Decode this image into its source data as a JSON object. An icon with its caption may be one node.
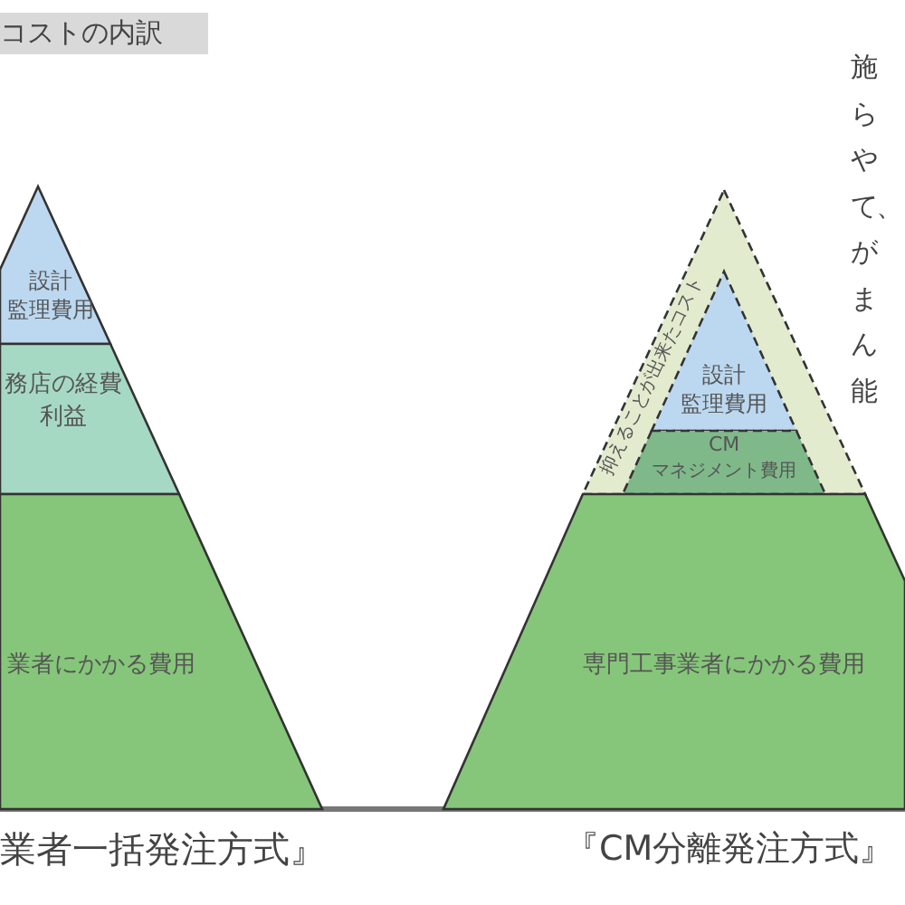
{
  "diagram": {
    "title": "コストの内訳",
    "nodes": [
      {
        "text": [
          "設計",
          "監理費用"
        ]
      },
      {
        "text": [
          "務店の経費",
          "利益"
        ]
      },
      {
        "text": [
          "業者にかかる費用"
        ]
      },
      {
        "text": [
          "抑えることが出来たコスト"
        ]
      },
      {
        "text": [
          "設計",
          "監理費用"
        ],
        "in": 3
      },
      {
        "text": [
          "CM",
          "マネジメント費用"
        ],
        "in": 3
      },
      {
        "text": [
          "専門工事業者にかかる費用"
        ]
      }
    ],
    "labels": [
      "業者一括発注方式』",
      "『CM分離発注方式』",
      "施",
      "ら",
      "や",
      "て、",
      "が",
      "ま",
      "ん",
      "能"
    ]
  }
}
